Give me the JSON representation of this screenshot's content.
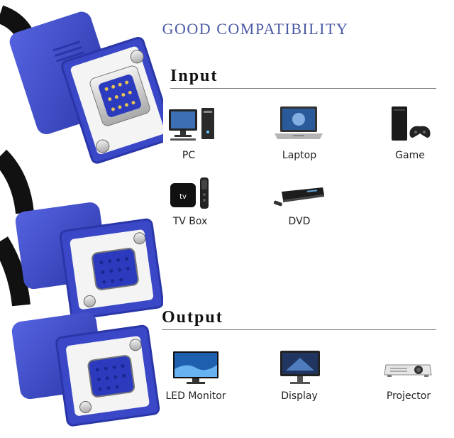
{
  "title": "GOOD COMPATIBILITY",
  "input": {
    "heading": "Input",
    "devices": [
      {
        "label": "PC",
        "icon": "pc-icon"
      },
      {
        "label": "Laptop",
        "icon": "laptop-icon"
      },
      {
        "label": "Game",
        "icon": "game-console-icon"
      },
      {
        "label": "TV Box",
        "icon": "tv-box-icon"
      },
      {
        "label": "DVD",
        "icon": "dvd-player-icon"
      }
    ]
  },
  "output": {
    "heading": "Output",
    "devices": [
      {
        "label": "LED Monitor",
        "icon": "led-monitor-icon"
      },
      {
        "label": "Display",
        "icon": "display-icon"
      },
      {
        "label": "Projector",
        "icon": "projector-icon"
      }
    ]
  },
  "tvbox_badge": "tv",
  "colors": {
    "accent": "#4b59a6",
    "connector_blue": "#3a48c8",
    "cable": "#111111"
  }
}
